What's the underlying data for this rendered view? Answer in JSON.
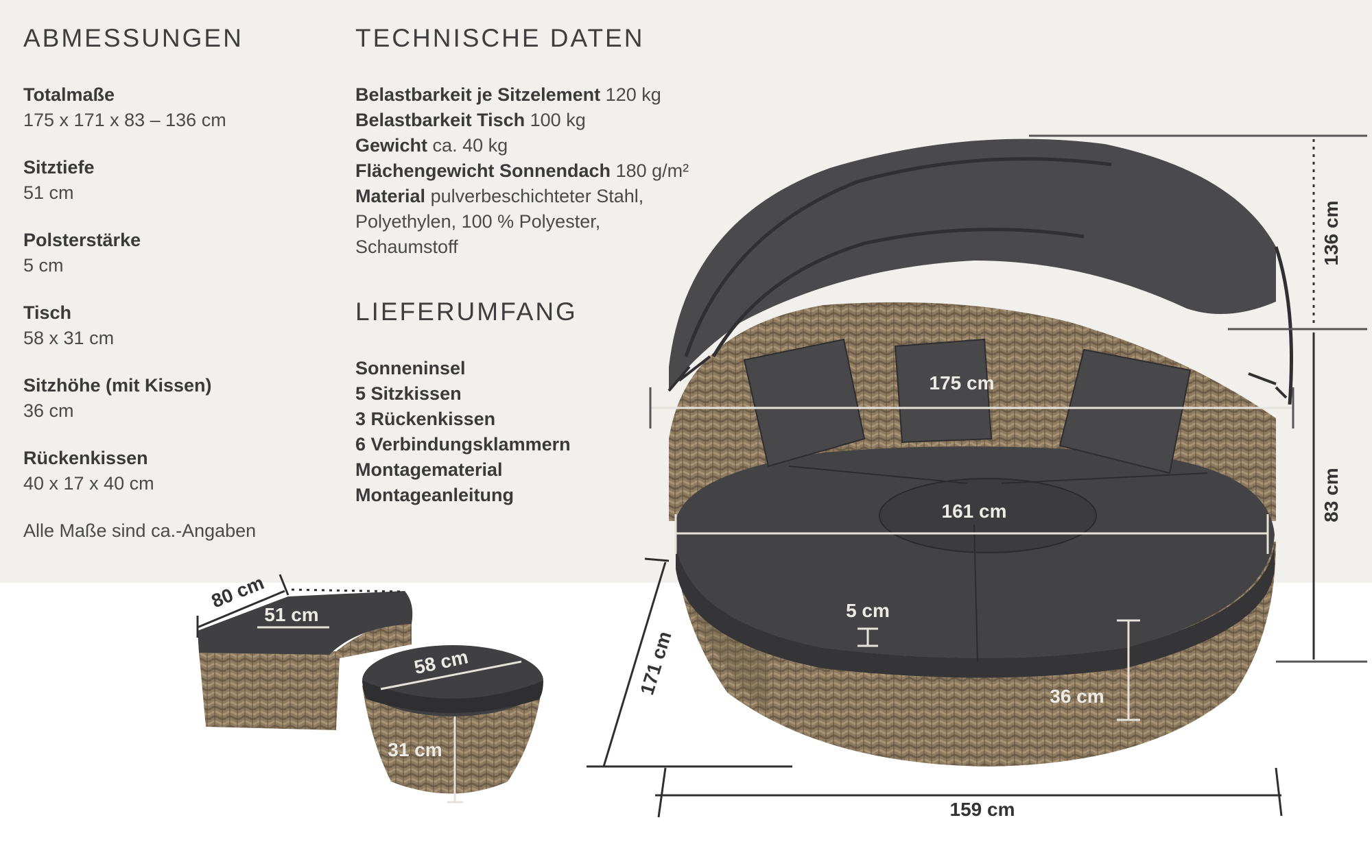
{
  "abmessungen": {
    "heading": "ABMESSUNGEN",
    "items": [
      {
        "label": "Totalmaße",
        "value": "175 x 171 x 83 – 136 cm"
      },
      {
        "label": "Sitztiefe",
        "value": "51 cm"
      },
      {
        "label": "Polsterstärke",
        "value": "5 cm"
      },
      {
        "label": "Tisch",
        "value": "58 x 31 cm"
      },
      {
        "label": "Sitzhöhe (mit Kissen)",
        "value": "36 cm"
      },
      {
        "label": "Rückenkissen",
        "value": "40 x 17 x 40  cm"
      }
    ],
    "note": "Alle Maße sind ca.-Angaben"
  },
  "technische_daten": {
    "heading": "TECHNISCHE DATEN",
    "items": [
      {
        "label": "Belastbarkeit je Sitzelement",
        "value": "120 kg"
      },
      {
        "label": "Belastbarkeit Tisch",
        "value": "100 kg"
      },
      {
        "label": "Gewicht",
        "value": "ca. 40 kg"
      },
      {
        "label": "Flächengewicht Sonnendach",
        "value": "180 g/m²"
      },
      {
        "label": "Material",
        "value": "pulverbeschichteter Stahl,"
      }
    ],
    "material_cont": [
      "Polyethylen, 100 % Polyester,",
      "Schaumstoff"
    ]
  },
  "lieferumfang": {
    "heading": "LIEFERUMFANG",
    "items": [
      "Sonneninsel",
      "5 Sitzkissen",
      "3 Rückenkissen",
      "6 Verbindungsklammern",
      "Montagematerial",
      "Montageanleitung"
    ]
  },
  "dimensions": {
    "canopy_height": "136 cm",
    "bed_height": "83 cm",
    "width_top": "175 cm",
    "inner_width": "161 cm",
    "cushion_thickness": "5 cm",
    "seat_height": "36 cm",
    "depth": "171 cm",
    "base_width": "159 cm",
    "ottoman_depth": "80 cm",
    "ottoman_width": "51 cm",
    "table_diameter": "58 cm",
    "table_height": "31 cm"
  },
  "colors": {
    "background_top": "#f1f0ec",
    "rattan": "#8d7a60",
    "cushion": "#414143",
    "canopy": "#4a4a4c",
    "dimension_line": "#333333"
  }
}
